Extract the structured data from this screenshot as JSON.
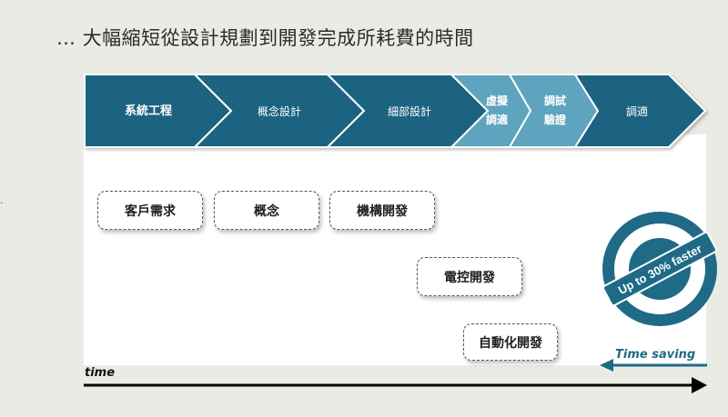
{
  "page": {
    "title": "… 大幅縮短從設計規劃到開發完成所耗費的時間",
    "left_marker": "."
  },
  "stages": [
    {
      "label": "系統工程"
    },
    {
      "label": "概念設計"
    },
    {
      "label": "細部設計"
    },
    {
      "label_lines": [
        "虛擬",
        "調適"
      ]
    },
    {
      "label_lines": [
        "調試",
        "驗證"
      ]
    },
    {
      "label": "調適"
    }
  ],
  "tasks": [
    {
      "label": "客戶需求"
    },
    {
      "label": "概念"
    },
    {
      "label": "機構開發"
    },
    {
      "label": "電控開發"
    },
    {
      "label": "自動化開發"
    }
  ],
  "timeline": {
    "axis_label": "time",
    "saving_label": "Time saving"
  },
  "badge": {
    "text": "Up to 30% faster"
  },
  "colors": {
    "dark_stage": "#1d6381",
    "light_stage": "#5ea4bf",
    "badge": "#1f6a87",
    "arrow": "#000000"
  }
}
